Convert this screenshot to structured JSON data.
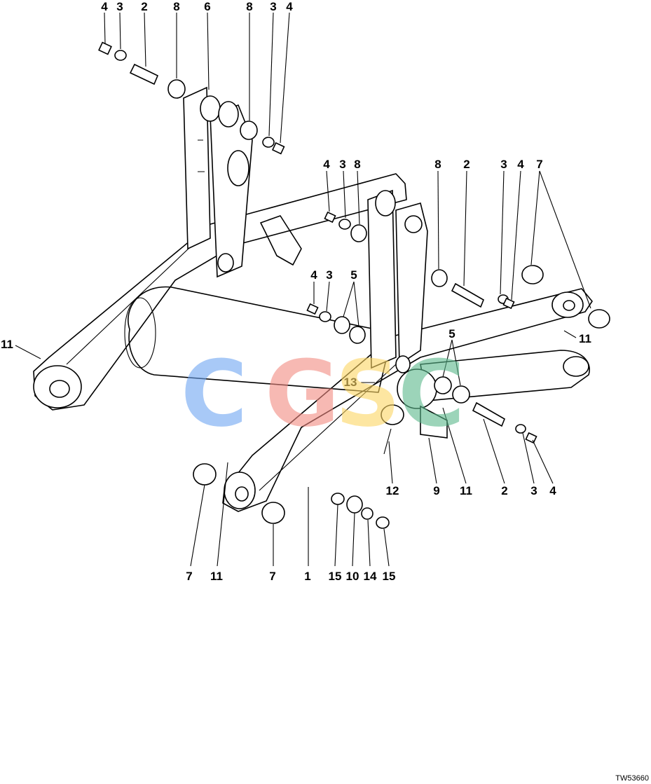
{
  "callouts": [
    {
      "id": "c1",
      "text": "4"
    },
    {
      "id": "c2",
      "text": "3"
    },
    {
      "id": "c3",
      "text": "2"
    },
    {
      "id": "c4",
      "text": "8"
    },
    {
      "id": "c5",
      "text": "6"
    },
    {
      "id": "c6",
      "text": "8"
    },
    {
      "id": "c7",
      "text": "3"
    },
    {
      "id": "c8",
      "text": "4"
    },
    {
      "id": "c9",
      "text": "4"
    },
    {
      "id": "c10",
      "text": "3"
    },
    {
      "id": "c11",
      "text": "8"
    },
    {
      "id": "c12",
      "text": "8"
    },
    {
      "id": "c13",
      "text": "2"
    },
    {
      "id": "c14",
      "text": "3"
    },
    {
      "id": "c15",
      "text": "4"
    },
    {
      "id": "c16",
      "text": "7"
    },
    {
      "id": "c17",
      "text": "4"
    },
    {
      "id": "c18",
      "text": "3"
    },
    {
      "id": "c19",
      "text": "5"
    },
    {
      "id": "c20",
      "text": "11"
    },
    {
      "id": "c21",
      "text": "11"
    },
    {
      "id": "c22",
      "text": "5"
    },
    {
      "id": "c23",
      "text": "13"
    },
    {
      "id": "c24",
      "text": "12"
    },
    {
      "id": "c25",
      "text": "9"
    },
    {
      "id": "c26",
      "text": "11"
    },
    {
      "id": "c27",
      "text": "2"
    },
    {
      "id": "c28",
      "text": "3"
    },
    {
      "id": "c29",
      "text": "4"
    },
    {
      "id": "c30",
      "text": "7"
    },
    {
      "id": "c31",
      "text": "11"
    },
    {
      "id": "c32",
      "text": "7"
    },
    {
      "id": "c33",
      "text": "1"
    },
    {
      "id": "c34",
      "text": "15"
    },
    {
      "id": "c35",
      "text": "10"
    },
    {
      "id": "c36",
      "text": "14"
    },
    {
      "id": "c37",
      "text": "15"
    }
  ],
  "watermark": {
    "letters": [
      "C",
      "G",
      "S",
      "C"
    ],
    "colors": [
      "#6fa6f2",
      "#f28b82",
      "#fdd663",
      "#5bb98c"
    ]
  },
  "drawing_id": "TW53660"
}
